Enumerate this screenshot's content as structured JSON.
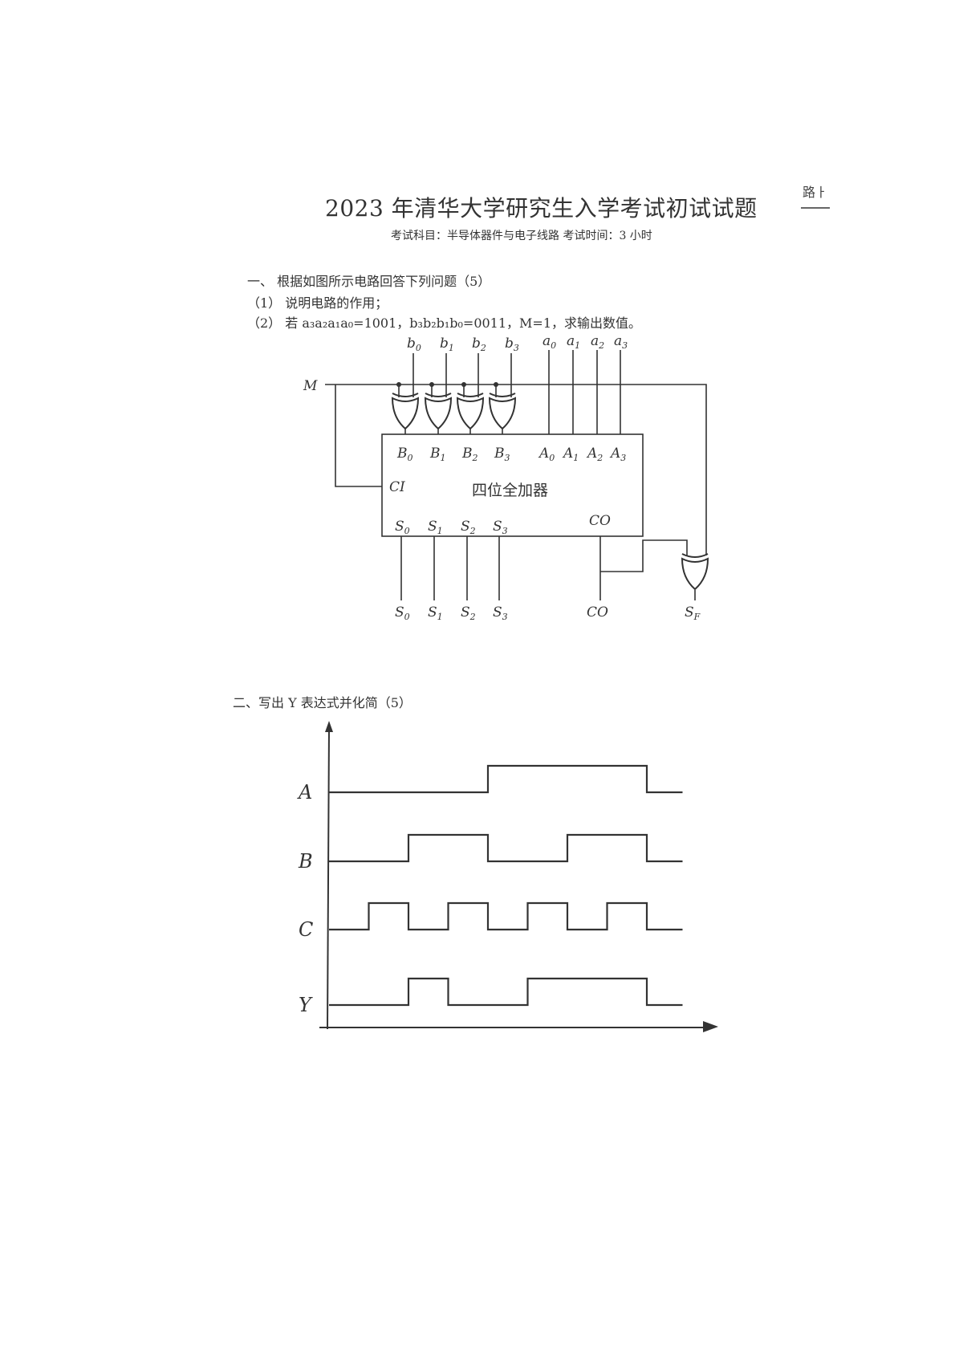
{
  "header": {
    "title": "2023 年清华大学研究生入学考试初试试题",
    "subtitle": "考试科目：半导体器件与电子线路 考试时间：3 小时",
    "margin_note": "路ㅏ"
  },
  "question1": {
    "heading": "一、 根据如图所示电路回答下列问题（5）",
    "part1": "（1） 说明电路的作用；",
    "part2": "（2） 若 a₃a₂a₁a₀=1001，b₃b₂b₁b₀=0011，M=1，求输出数值。"
  },
  "circuit": {
    "mode_label": "M",
    "b_inputs": [
      [
        "b",
        "0"
      ],
      [
        "b",
        "1"
      ],
      [
        "b",
        "2"
      ],
      [
        "b",
        "3"
      ]
    ],
    "a_inputs": [
      [
        "a",
        "0"
      ],
      [
        "a",
        "1"
      ],
      [
        "a",
        "2"
      ],
      [
        "a",
        "3"
      ]
    ],
    "box_b_pins": [
      [
        "B",
        "0"
      ],
      [
        "B",
        "1"
      ],
      [
        "B",
        "2"
      ],
      [
        "B",
        "3"
      ]
    ],
    "box_a_pins": [
      [
        "A",
        "0"
      ],
      [
        "A",
        "1"
      ],
      [
        "A",
        "2"
      ],
      [
        "A",
        "3"
      ]
    ],
    "carry_in": "CI",
    "adder_name": "四位全加器",
    "box_s_pins": [
      [
        "S",
        "0"
      ],
      [
        "S",
        "1"
      ],
      [
        "S",
        "2"
      ],
      [
        "S",
        "3"
      ]
    ],
    "carry_out_pin": "CO",
    "outputs": [
      [
        "S",
        "0"
      ],
      [
        "S",
        "1"
      ],
      [
        "S",
        "2"
      ],
      [
        "S",
        "3"
      ]
    ],
    "carry_out_output": "CO",
    "flag_output": [
      "S",
      "F"
    ]
  },
  "question2": {
    "heading": "二、写出 Y 表达式并化简（5）"
  },
  "chart_data": {
    "type": "line",
    "title": "",
    "xlabel": "",
    "ylabel": "",
    "x": [
      0,
      1,
      2,
      3,
      4,
      5,
      6,
      7,
      8
    ],
    "series": [
      {
        "name": "A",
        "values": [
          0,
          0,
          0,
          0,
          1,
          1,
          1,
          1,
          0
        ]
      },
      {
        "name": "B",
        "values": [
          0,
          0,
          1,
          1,
          0,
          0,
          1,
          1,
          0
        ]
      },
      {
        "name": "C",
        "values": [
          0,
          1,
          0,
          1,
          0,
          1,
          0,
          1,
          0
        ]
      },
      {
        "name": "Y",
        "values": [
          0,
          0,
          1,
          0,
          0,
          1,
          1,
          1,
          0
        ]
      }
    ]
  }
}
